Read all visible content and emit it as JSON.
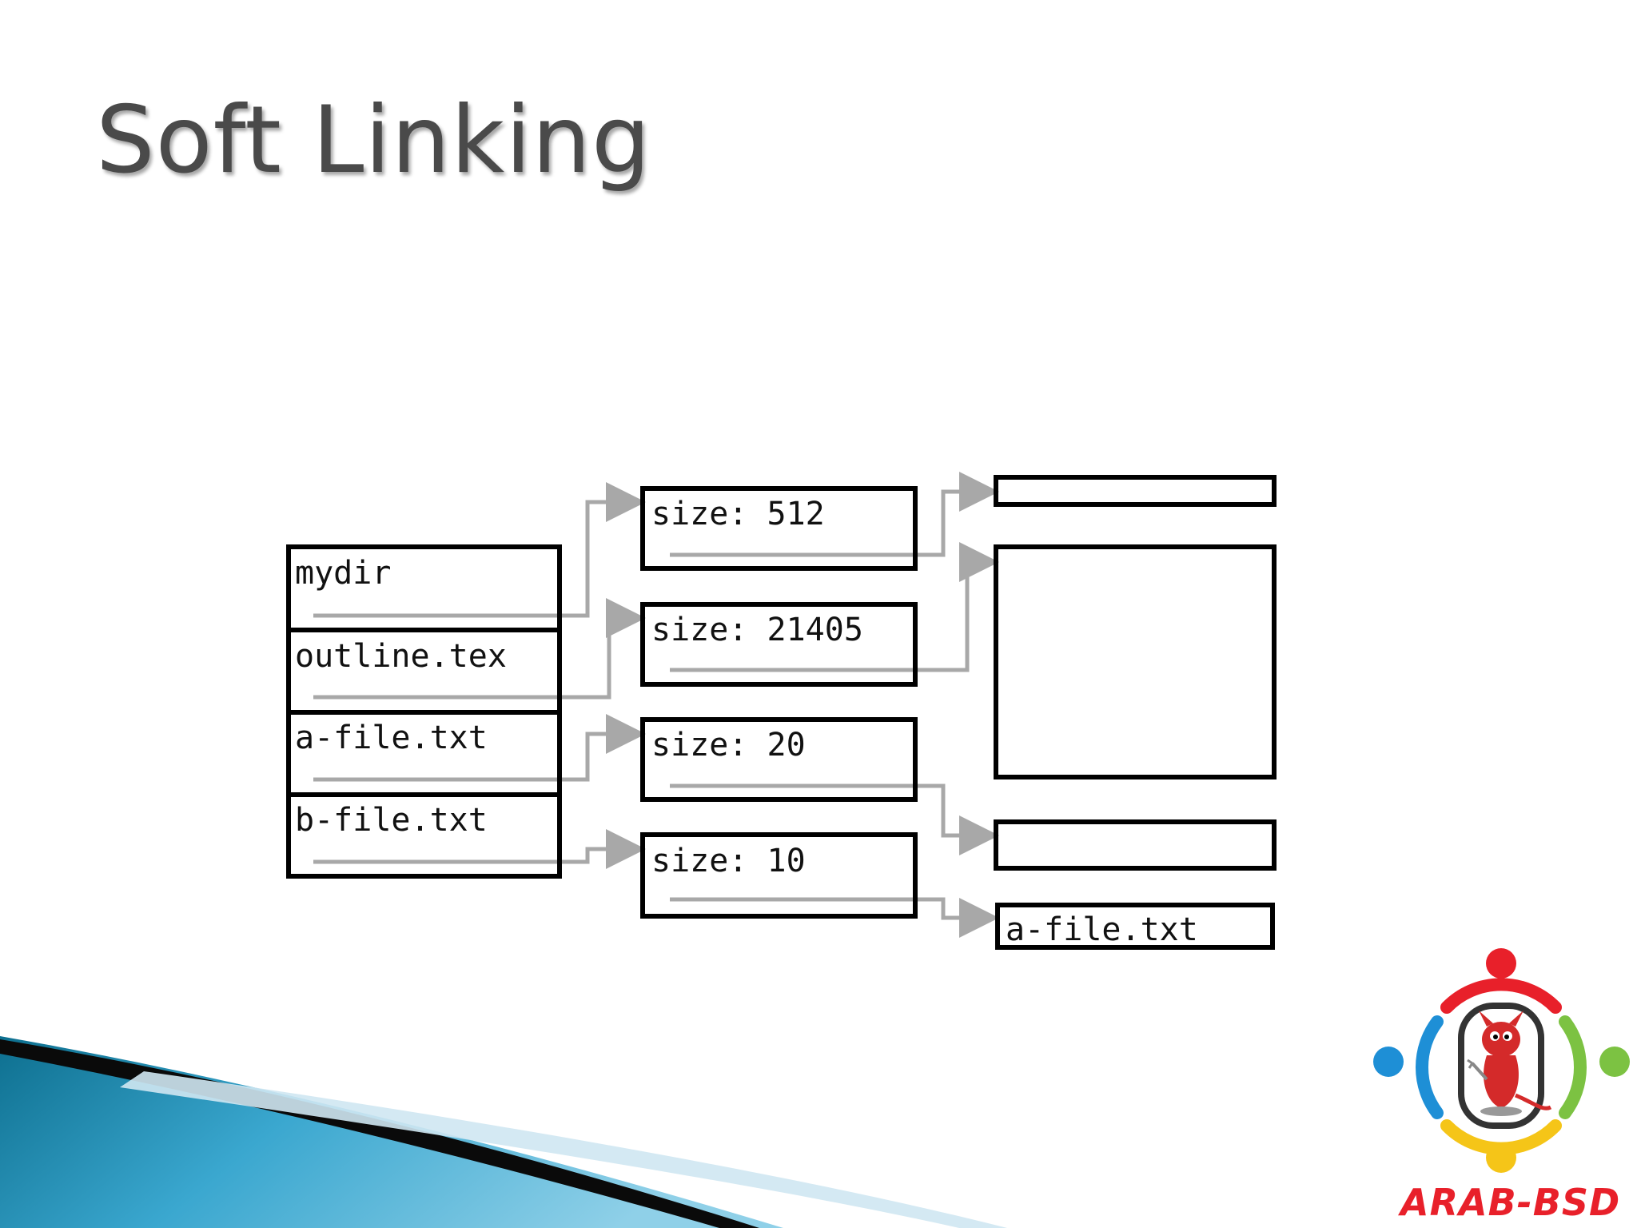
{
  "slide": {
    "title": "Soft Linking"
  },
  "directory": {
    "entries": [
      {
        "label": "mydir"
      },
      {
        "label": "outline.tex"
      },
      {
        "label": "a-file.txt"
      },
      {
        "label": "b-file.txt"
      }
    ]
  },
  "inodes": [
    {
      "label": "size: 512"
    },
    {
      "label": "size: 21405"
    },
    {
      "label": "size: 20"
    },
    {
      "label": "size: 10"
    }
  ],
  "data_blocks": [
    {
      "label": ""
    },
    {
      "label": ""
    },
    {
      "label": ""
    },
    {
      "label": "a-file.txt"
    }
  ],
  "logo": {
    "text": "ARAB-BSD"
  },
  "colors": {
    "arrow": "#a8a8a8",
    "box_border": "#000000",
    "logo_red": "#e8202a",
    "logo_blue": "#1e8fd6",
    "logo_green": "#7cc242",
    "logo_yellow": "#f5c518"
  }
}
